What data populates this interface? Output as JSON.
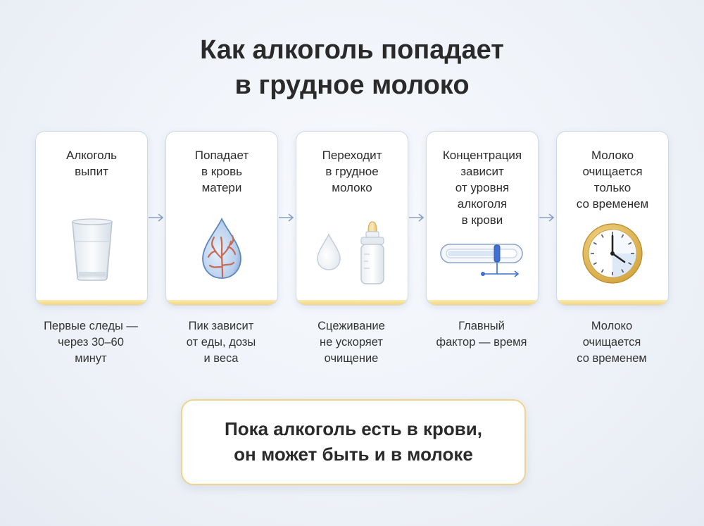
{
  "title": {
    "line1": "Как алкоголь попадает",
    "line2": "в грудное молоко"
  },
  "steps": [
    {
      "label": [
        "Алкоголь",
        "выпит"
      ],
      "icon": "glass-of-water-icon",
      "caption": [
        "Первые следы —",
        "через 30–60",
        "минут"
      ]
    },
    {
      "label": [
        "Попадает",
        "в кровь",
        "матери"
      ],
      "icon": "blood-drop-vessels-icon",
      "caption": [
        "Пик зависит",
        "от еды, дозы",
        "и веса"
      ]
    },
    {
      "label": [
        "Переходит",
        "в грудное",
        "молоко"
      ],
      "icon": "milk-drop-and-bottle-icon",
      "caption": [
        "Сцеживание",
        "не ускоряет",
        "очищение"
      ]
    },
    {
      "label": [
        "Концентрация",
        "зависит",
        "от уровня",
        "алкоголя",
        "в крови"
      ],
      "icon": "level-gauge-icon",
      "caption": [
        "Главный",
        "фактор — время"
      ]
    },
    {
      "label": [
        "Молоко",
        "очищается",
        "только",
        "со временем"
      ],
      "icon": "clock-icon",
      "caption": [
        "Молоко",
        "очищается",
        "со временем"
      ]
    }
  ],
  "summary": {
    "line1": "Пока алкоголь есть в крови,",
    "line2": "он может быть и в молоке"
  },
  "colors": {
    "accent_yellow": "#f3d67c",
    "accent_blue": "#3f6fd1",
    "card_border": "#cfd9e8"
  }
}
